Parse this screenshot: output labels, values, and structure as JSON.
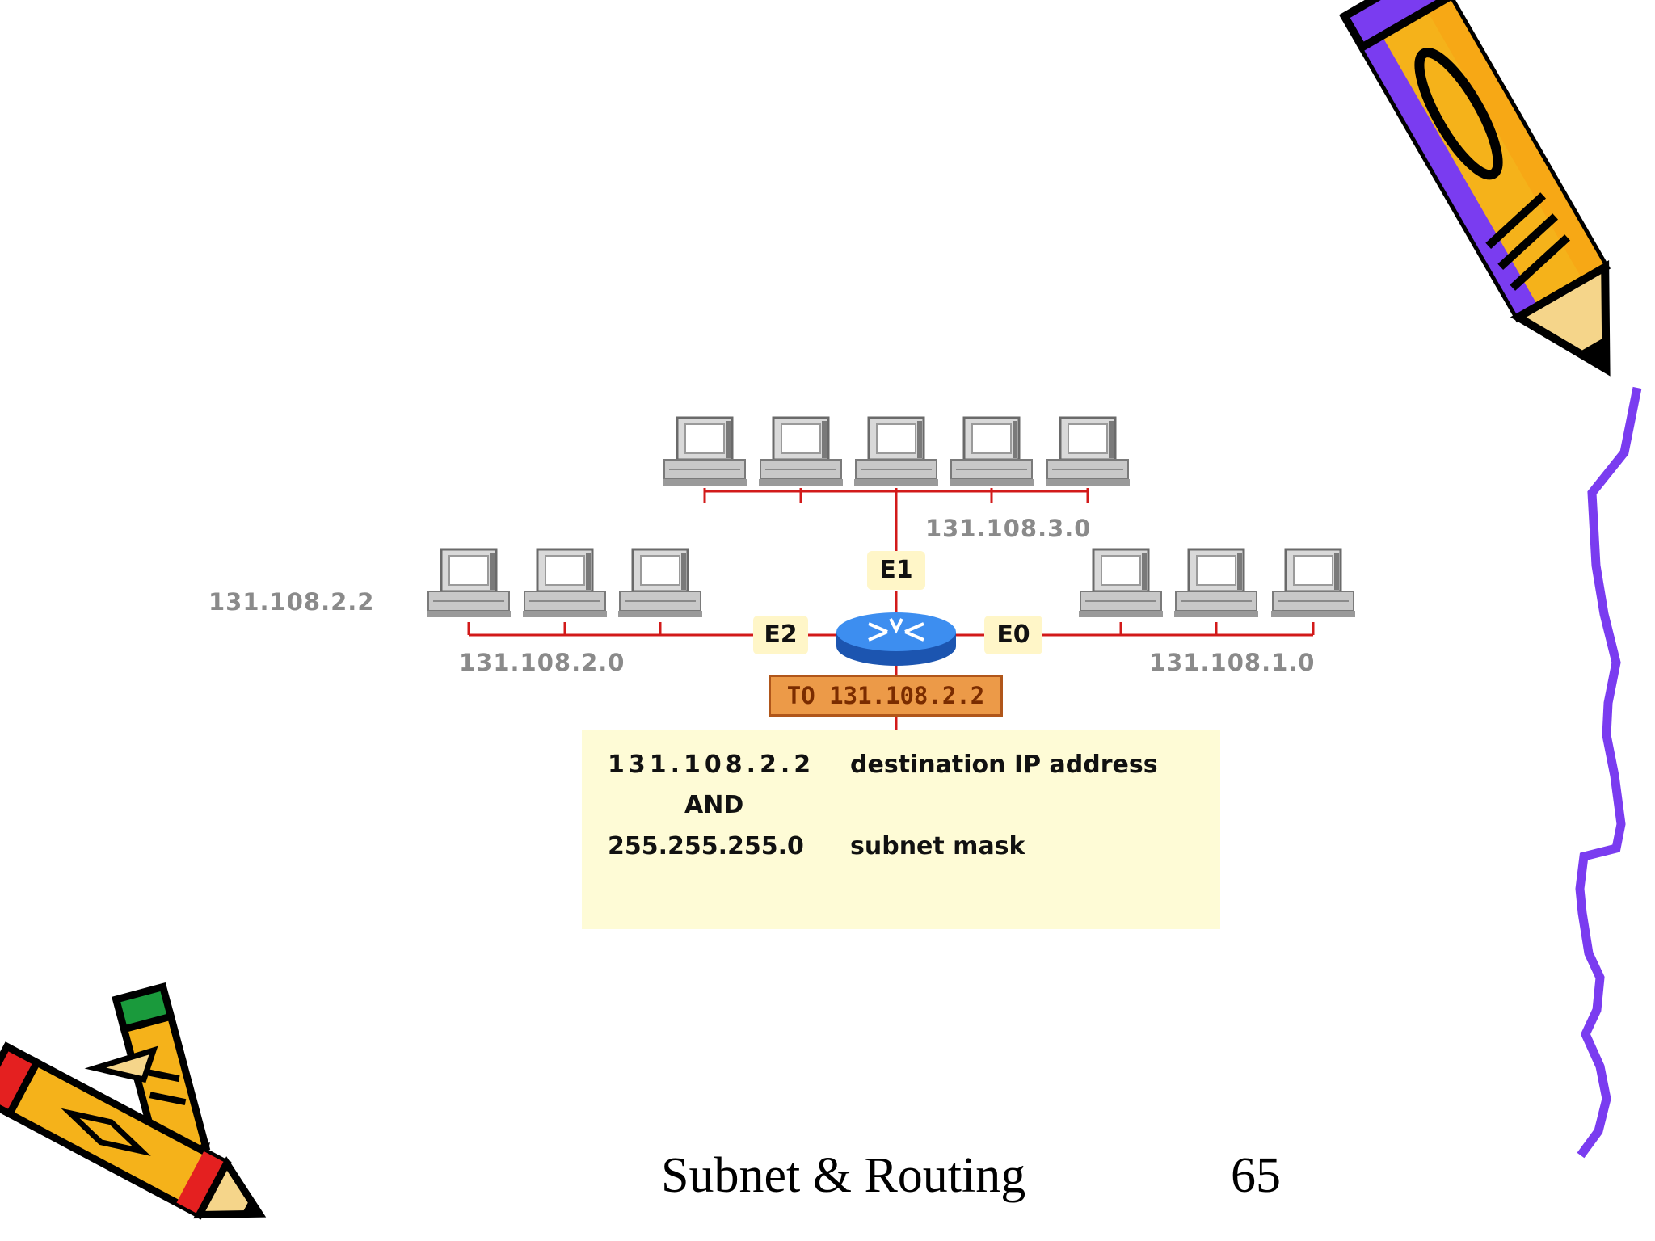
{
  "diagram": {
    "top_network": "131.108.3.0",
    "left_network": "131.108.2.0",
    "right_network": "131.108.1.0",
    "host_label": "131.108.2.2",
    "ports": {
      "e1": "E1",
      "e2": "E2",
      "e0": "E0"
    },
    "packet_label": "TO 131.108.2.2",
    "calc": {
      "ip": "131.108.2.2",
      "ip_desc": "destination IP address",
      "op": "AND",
      "mask": "255.255.255.0",
      "mask_desc": "subnet mask"
    }
  },
  "footer": {
    "title": "Subnet & Routing",
    "page": "65"
  },
  "colors": {
    "link": "#d21a1a",
    "router": "#2f73d6",
    "pencil_yellow": "#f5b21a",
    "squiggle": "#7a3cf0"
  },
  "icons": [
    "pencil-icon",
    "crossed-pencils-icon",
    "router-icon",
    "computer-icon",
    "squiggle-line"
  ]
}
